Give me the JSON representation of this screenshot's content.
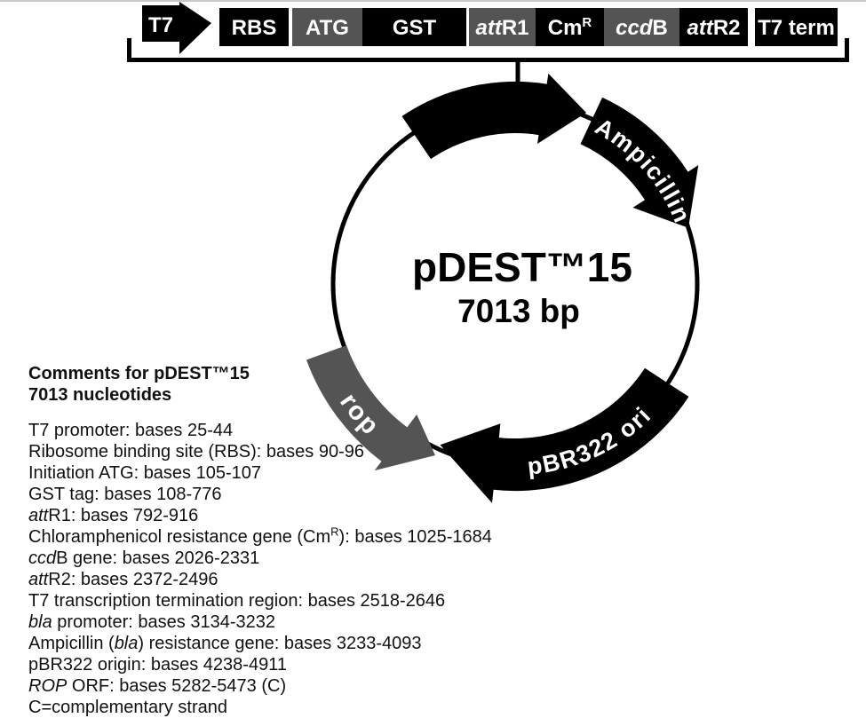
{
  "colors": {
    "black": "#000000",
    "gray": "#545454",
    "white": "#ffffff"
  },
  "cassette": {
    "t7": "T7",
    "boxes": [
      {
        "label": "RBS",
        "fill": "#000000"
      },
      {
        "label": "ATG",
        "fill": "#545454"
      },
      {
        "label": "GST",
        "fill": "#000000"
      },
      {
        "italic": "att",
        "label": "R1",
        "fill": "#545454"
      },
      {
        "label": "Cm",
        "sup": "R",
        "fill": "#000000"
      },
      {
        "italic": "ccd",
        "label": "B",
        "fill": "#545454"
      },
      {
        "italic": "att",
        "label": "R2",
        "fill": "#000000"
      },
      {
        "label": "T7 term",
        "fill": "#000000"
      }
    ]
  },
  "plasmid": {
    "name": "pDEST™15",
    "size": "7013 bp",
    "features": {
      "ampicillin": "Ampicillin",
      "pbr322": "pBR322 ori",
      "rop": "rop"
    }
  },
  "comments": {
    "title": "Comments for pDEST™15",
    "subtitle": "7013 nucleotides",
    "features": [
      [
        {
          "t": "T7 promoter: bases 25-44"
        }
      ],
      [
        {
          "t": "Ribosome binding site (RBS): bases 90-96"
        }
      ],
      [
        {
          "t": "Initiation ATG: bases 105-107"
        }
      ],
      [
        {
          "t": "GST tag: bases 108-776"
        }
      ],
      [
        {
          "t": "att",
          "i": 1
        },
        {
          "t": "R1: bases 792-916"
        }
      ],
      [
        {
          "t": "Chloramphenicol resistance gene (Cm"
        },
        {
          "t": "R",
          "sup": 1
        },
        {
          "t": "): bases 1025-1684"
        }
      ],
      [
        {
          "t": "ccd",
          "i": 1
        },
        {
          "t": "B gene: bases 2026-2331"
        }
      ],
      [
        {
          "t": "att",
          "i": 1
        },
        {
          "t": "R2: bases 2372-2496"
        }
      ],
      [
        {
          "t": "T7 transcription termination region: bases 2518-2646"
        }
      ],
      [
        {
          "t": "bla",
          "i": 1
        },
        {
          "t": " promoter: bases 3134-3232"
        }
      ],
      [
        {
          "t": "Ampicillin ("
        },
        {
          "t": "bla",
          "i": 1
        },
        {
          "t": ") resistance gene: bases 3233-4093"
        }
      ],
      [
        {
          "t": "pBR322 origin: bases 4238-4911"
        }
      ],
      [
        {
          "t": "ROP",
          "i": 1
        },
        {
          "t": " ORF: bases 5282-5473 (C)"
        }
      ]
    ],
    "footnote": "C=complementary strand"
  }
}
